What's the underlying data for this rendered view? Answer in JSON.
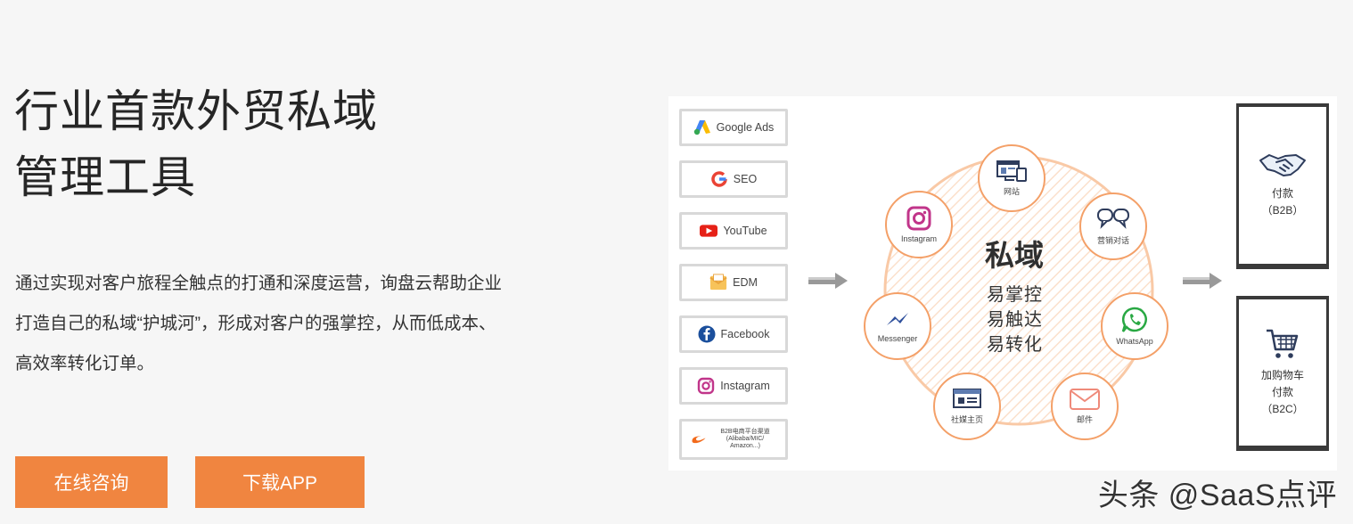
{
  "hero": {
    "title_line1": "行业首款外贸私域",
    "title_line2": "管理工具",
    "description_line1": "通过实现对客户旅程全触点的打通和深度运营，询盘云帮助企业",
    "description_line2": "打造自己的私域“护城河”，形成对客户的强掌控，从而低成本、",
    "description_line3": "高效率转化订单。"
  },
  "buttons": {
    "consult_label": "在线咨询",
    "download_label": "下载APP"
  },
  "diagram": {
    "channels": [
      {
        "label": "Google Ads",
        "icon": "google-ads-icon"
      },
      {
        "label": "SEO",
        "icon": "google-g-icon"
      },
      {
        "label": "YouTube",
        "icon": "youtube-icon"
      },
      {
        "label": "EDM",
        "icon": "email-icon"
      },
      {
        "label": "Facebook",
        "icon": "facebook-icon"
      },
      {
        "label": "Instagram",
        "icon": "instagram-icon"
      },
      {
        "label": "B2B电商平台渠道 (Alibaba/MIC/ Amazon...)",
        "icon": "alibaba-icon"
      }
    ],
    "center_title": "私域",
    "center_lines": [
      "易掌控",
      "易触达",
      "易转化"
    ],
    "nodes": [
      {
        "label": "网站",
        "icon": "website-icon"
      },
      {
        "label": "营销对话",
        "icon": "chat-icon"
      },
      {
        "label": "WhatsApp",
        "icon": "whatsapp-icon"
      },
      {
        "label": "邮件",
        "icon": "mail-icon"
      },
      {
        "label": "社媒主页",
        "icon": "social-page-icon"
      },
      {
        "label": "Messenger",
        "icon": "messenger-icon"
      },
      {
        "label": "Instagram",
        "icon": "instagram-icon"
      }
    ],
    "outcomes": [
      {
        "line1": "付款",
        "line2": "（B2B）",
        "line3": "",
        "icon": "handshake-icon"
      },
      {
        "line1": "加购物车",
        "line2": "付款",
        "line3": "（B2C）",
        "icon": "cart-icon"
      }
    ],
    "colors": {
      "accent": "#f08540",
      "node_border": "#f4a068",
      "ring": "#f9c9a6"
    }
  },
  "watermark": "头条 @SaaS点评"
}
